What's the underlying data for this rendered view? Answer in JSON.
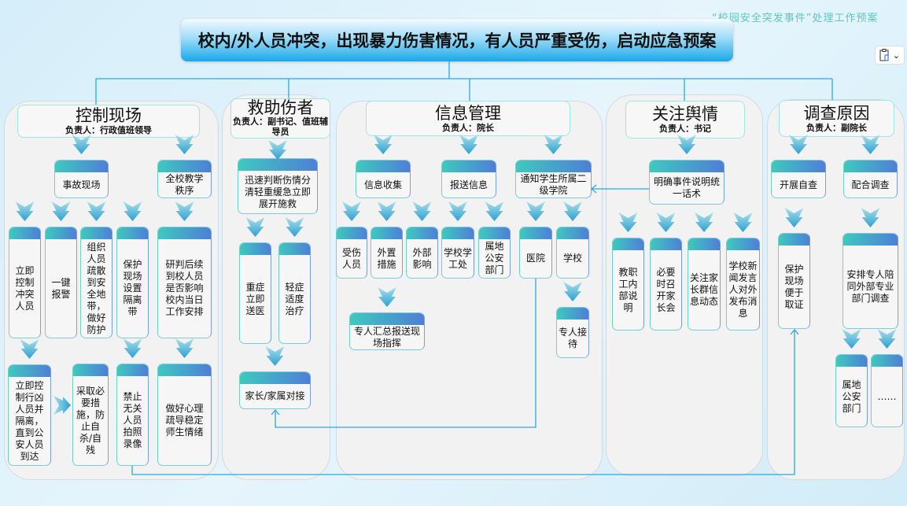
{
  "header": {
    "subtitle": "“校园安全突发事件”处理工作预案",
    "title": "校内/外人员冲突，出现暴力伤害情况，有人员严重受伤，启动应急预案"
  },
  "toolbar": {
    "paste_icon": "clipboard-icon",
    "paste_chevron": "⌄"
  },
  "colors": {
    "accent_line": "#29a9e0",
    "strip_start": "#3fc9bf",
    "strip_end": "#4e7fd6",
    "panel": "#f2f2f2"
  },
  "sections": [
    {
      "title": "控制现场",
      "owner": "负责人：行政值班领导",
      "nodes": [
        "事故现场",
        "全校教学秩序",
        "立即控制冲突人员",
        "一键报警",
        "组织人员疏散到安全地带，做好防护",
        "保护现场设置隔离带",
        "研判后续到校人员是否影响校内当日工作安排",
        "立即控制行凶人员并隔离，直到公安人员到达",
        "采取必要措施，防止自杀/自残",
        "禁止无关人员拍照录像",
        "做好心理疏导稳定师生情绪"
      ]
    },
    {
      "title": "救助伤者",
      "owner": "负责人：副书记、值班辅导员",
      "nodes": [
        "迅速判断伤情分清轻重缓急立即展开施救",
        "重症立即送医",
        "轻症适度治疗",
        "家长/家属对接"
      ]
    },
    {
      "title": "信息管理",
      "owner": "负责人：院长",
      "nodes": [
        "信息收集",
        "报送信息",
        "通知学生所属二级学院",
        "受伤人员",
        "外置措施",
        "外部影响",
        "学校学工处",
        "属地公安部门",
        "医院",
        "学校",
        "专人汇总报送现场指挥",
        "专人接待"
      ]
    },
    {
      "title": "关注舆情",
      "owner": "负责人：书记",
      "nodes": [
        "明确事件说明统一话术",
        "教职工内部说明",
        "必要时召开家长会",
        "关注家长群信息动态",
        "学校新闻发言人对外发布消息"
      ]
    },
    {
      "title": "调查原因",
      "owner": "负责人：副院长",
      "nodes": [
        "开展自查",
        "配合调查",
        "保护现场便于取证",
        "安排专人陪同外部专业部门调查",
        "属地公安部门",
        "……"
      ]
    }
  ]
}
